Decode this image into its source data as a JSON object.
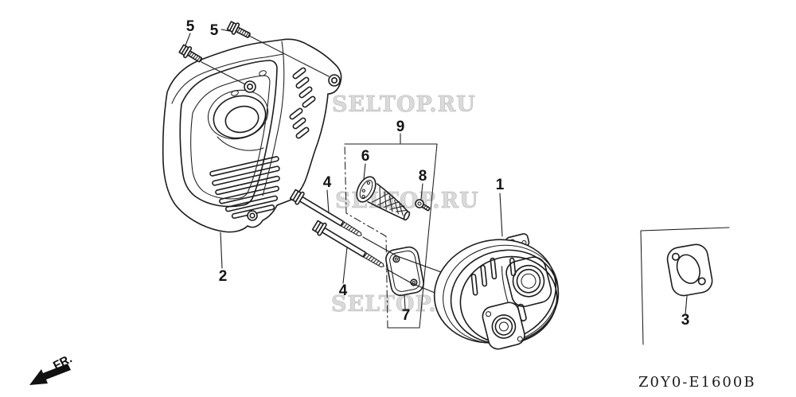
{
  "diagram": {
    "part_code": "Z0Y0-E1600B",
    "fr_label": "FR.",
    "watermark": {
      "text": "SELTOP.RU",
      "color": "#cccccc"
    },
    "colors": {
      "line": "#1c1c1c",
      "background": "#ffffff"
    },
    "callouts": [
      {
        "part": "5"
      },
      {
        "part": "5"
      },
      {
        "part": "2"
      },
      {
        "part": "4"
      },
      {
        "part": "4"
      },
      {
        "part": "9"
      },
      {
        "part": "6"
      },
      {
        "part": "8"
      },
      {
        "part": "7"
      },
      {
        "part": "1"
      },
      {
        "part": "3"
      }
    ]
  }
}
